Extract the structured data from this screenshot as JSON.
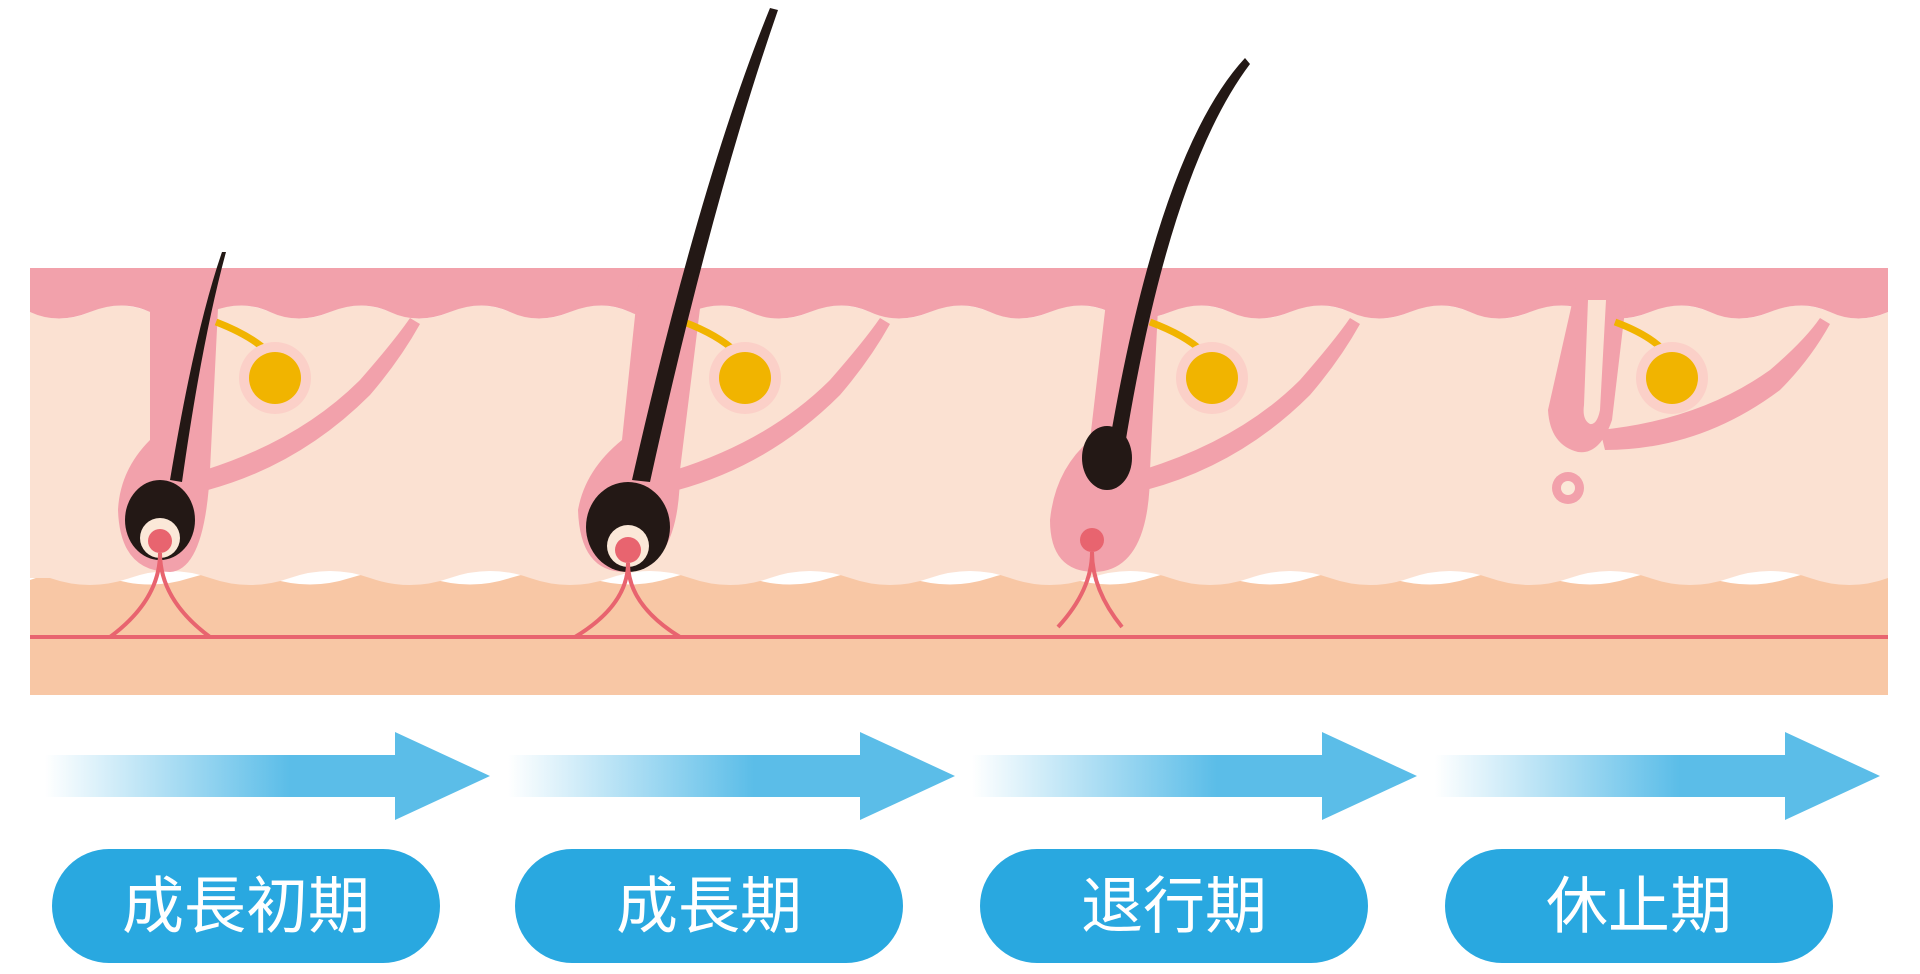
{
  "stages": [
    {
      "label": "成長初期",
      "phase": "early-anagen"
    },
    {
      "label": "成長期",
      "phase": "anagen"
    },
    {
      "label": "退行期",
      "phase": "catagen"
    },
    {
      "label": "休止期",
      "phase": "telogen"
    }
  ],
  "colors": {
    "epidermis": "#f2a1ab",
    "dermis": "#fbe1d2",
    "subcutis_band": "#f8c7a5",
    "base_band": "#f8c7a5",
    "nerve_line": "#e8646f",
    "hair": "#231815",
    "bulb_ring": "#fbe8d8",
    "papilla": "#e8646f",
    "sebaceous": "#f1b400",
    "sebaceous_ring": "#fbd0c8",
    "arrow_gradient_start": "#ffffff",
    "arrow": "#5bbde8",
    "pill": "#29a8e0",
    "pill_text": "#ffffff"
  }
}
